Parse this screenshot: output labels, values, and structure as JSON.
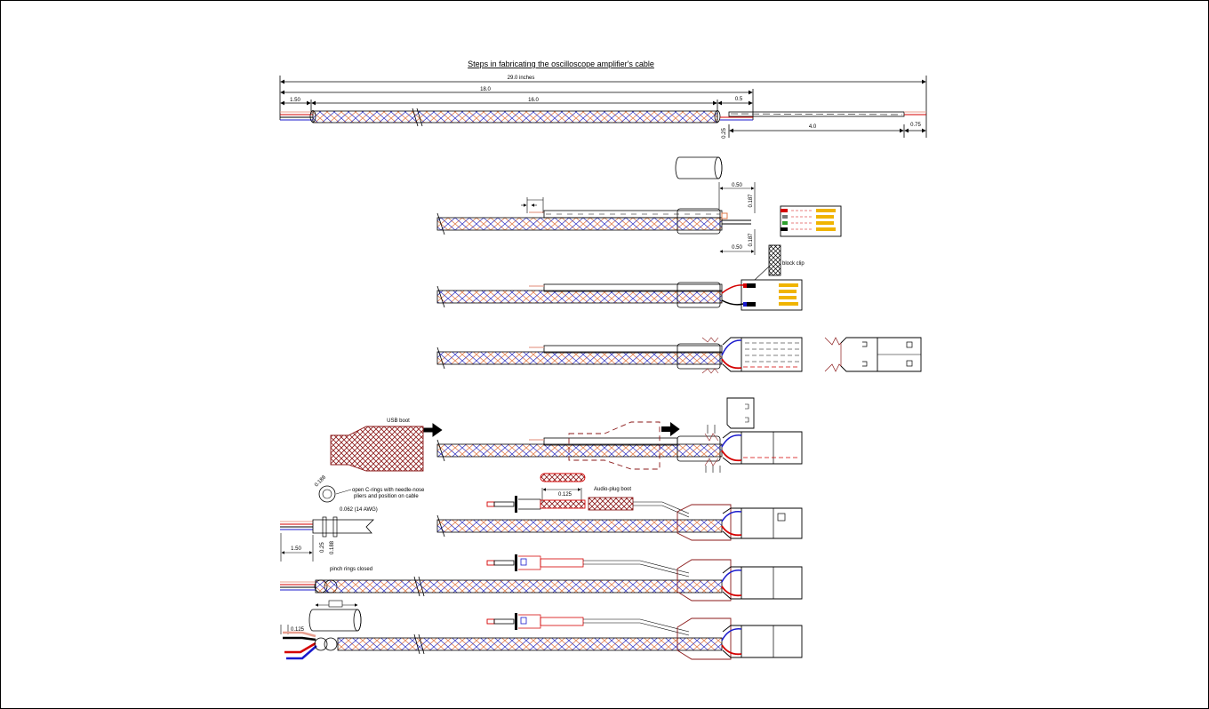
{
  "title": "Steps in fabricating the oscilloscope amplifier's cable",
  "colors": {
    "line": "#000000",
    "red_wire": "#d40000",
    "blue_wire": "#1a1acc",
    "pink_wire": "#e8a090",
    "braid_orange": "#e07a4a",
    "braid_blue": "#3030c0",
    "boot": "#8b1a1a",
    "contact_gold": "#f0b400"
  },
  "step1": {
    "dims": {
      "overall": "29.0 inches",
      "d18": "18.0",
      "d150": "1.50",
      "d160": "16.0",
      "d5": "0.5",
      "d025": "0.25",
      "d40": "4.0",
      "d075": "0.75"
    }
  },
  "step2": {
    "dims": {
      "top_len": "0.50",
      "top_dia": "0.187",
      "bottom_len": "0.50",
      "bottom_dia": "0.187"
    }
  },
  "step3": {
    "label_block_clip": "block clip"
  },
  "step5": {
    "label_usb_boot": "USB boot"
  },
  "step6": {
    "label_audio_boot": "Audio-plug boot",
    "dim_boot": "0.125",
    "ring_dia": "0.188",
    "ring_note_line1": "open C-rings with needle-nose",
    "ring_note_line2": "pliers and position on cable",
    "wire_gauge": "0.062 (14 AWG)",
    "d150": "1.50",
    "d025": "0.25",
    "d0188": "0.188"
  },
  "step7": {
    "label_pinch": "pinch rings closed"
  },
  "step8": {
    "dim_wire": "0.125"
  }
}
